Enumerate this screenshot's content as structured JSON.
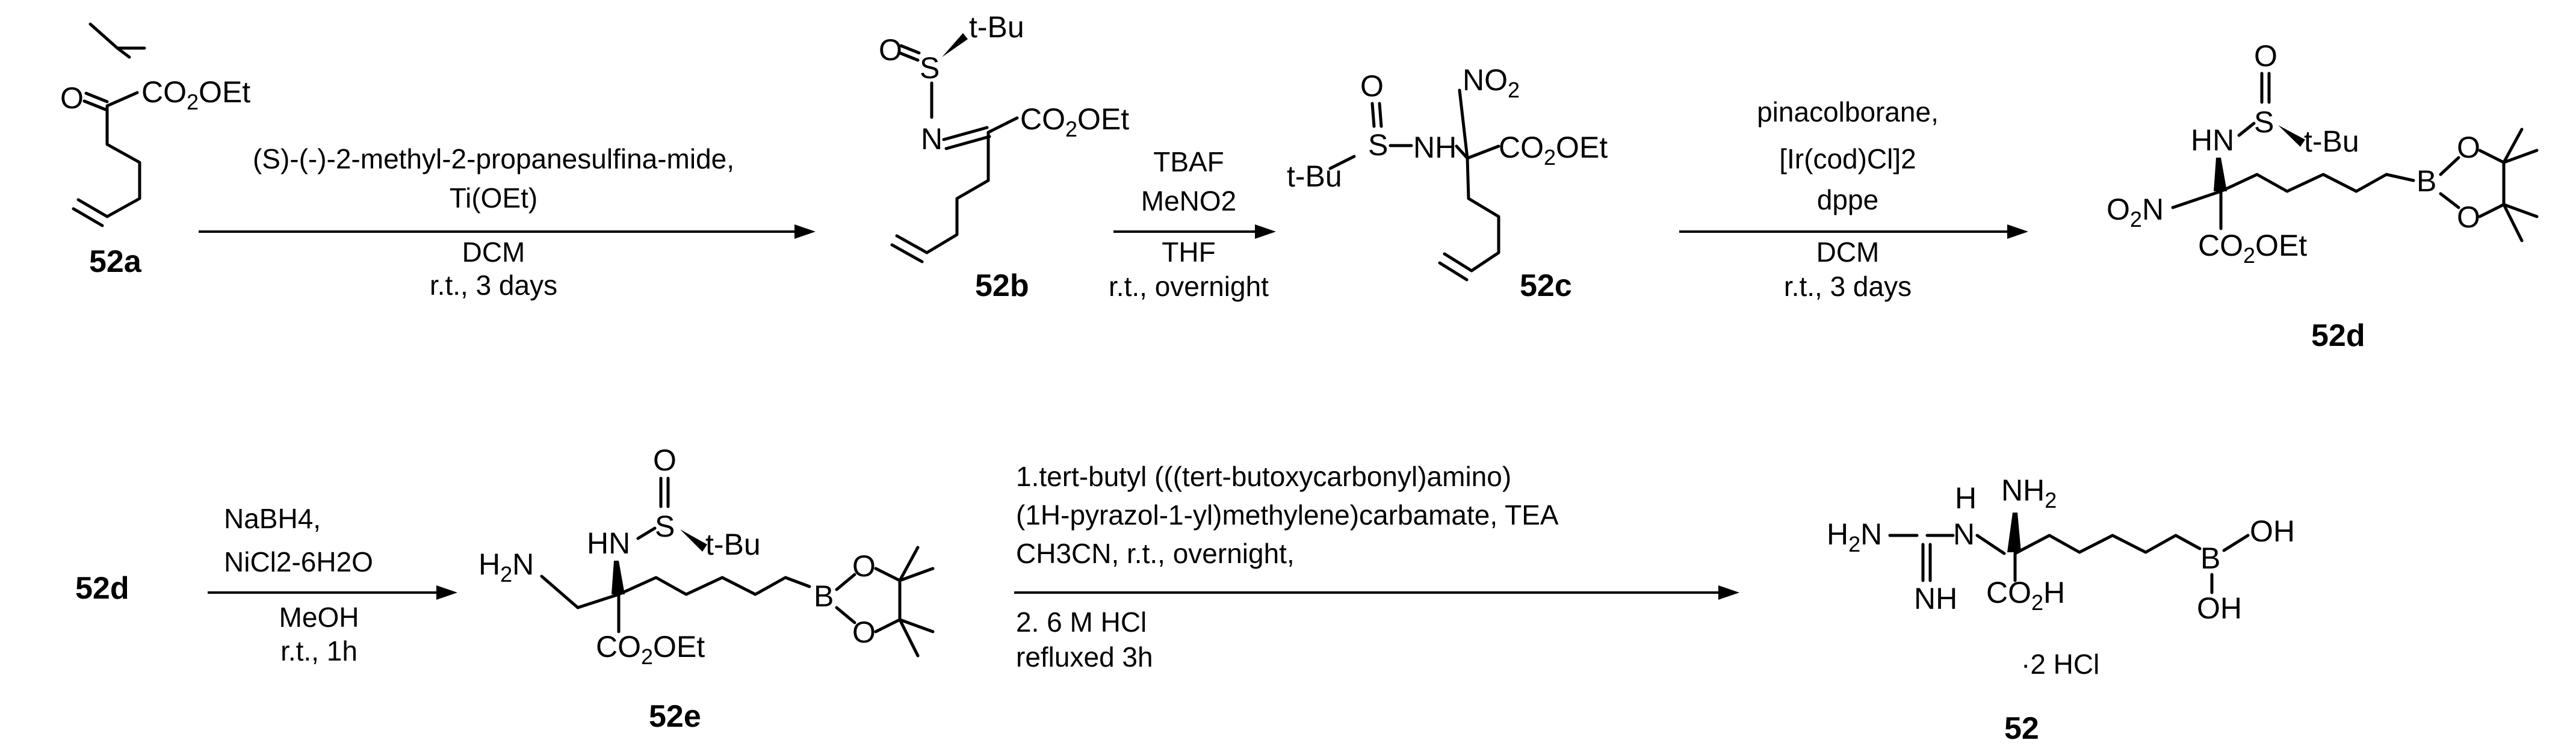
{
  "compounds": {
    "c52a": "52a",
    "c52b": "52b",
    "c52c": "52c",
    "c52d": "52d",
    "c52e": "52e",
    "c52": "52"
  },
  "atoms": {
    "O": "O",
    "C": "C",
    "N": "N",
    "S": "S",
    "B": "B",
    "H": "H",
    "HN": "HN",
    "NH": "NH",
    "NH_r": "NH",
    "OH": "OH",
    "CO2Et_main": "CO",
    "CO2H_main": "CO",
    "Et": "Et",
    "H_after": "H",
    "two": "2",
    "tBu": "t-Bu",
    "NO2_main": "NO",
    "H2N_main": "H",
    "N_after": "N",
    "NH2_main": "NH",
    "O2N_main": "O",
    "N_after_O2": "N",
    "salt": "·2 HCl"
  },
  "reactions": {
    "r1": {
      "above": [
        "(S)-(-)-2-methyl-2-propanesulfina-mide,",
        "Ti(OEt)"
      ],
      "below": [
        "DCM",
        "r.t., 3 days"
      ]
    },
    "r2": {
      "above": [
        "TBAF",
        "MeNO2"
      ],
      "below": [
        "THF",
        "r.t., overnight"
      ]
    },
    "r3": {
      "above": [
        "pinacolborane,",
        "[Ir(cod)Cl]2",
        "dppe"
      ],
      "below": [
        "DCM",
        "r.t., 3 days"
      ]
    },
    "r4": {
      "above": [
        "NaBH4,",
        "NiCl2-6H2O"
      ],
      "below": [
        "MeOH",
        "r.t., 1h"
      ]
    },
    "r5": {
      "above": [
        "1.tert-butyl (((tert-butoxycarbonyl)amino)",
        "(1H-pyrazol-1-yl)methylene)carbamate, TEA",
        "CH3CN, r.t., overnight,"
      ],
      "below": [
        "2. 6 M HCl",
        "refluxed 3h"
      ]
    }
  },
  "start_label": "52d"
}
